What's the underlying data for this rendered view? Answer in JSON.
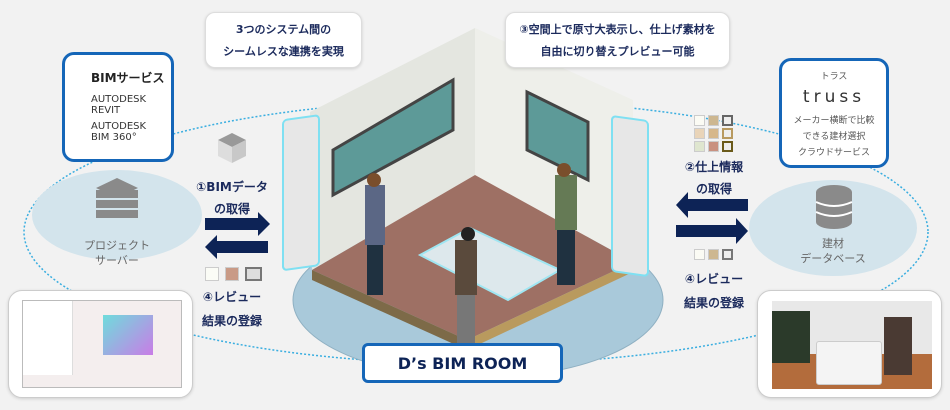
{
  "bubbles": {
    "left": [
      "3つのシステム間の",
      "シームレスな連携を実現"
    ],
    "right": [
      "③空間上で原寸大表示し、仕上げ素材を",
      "自由に切り替えプレビュー可能"
    ]
  },
  "bim_service": {
    "title": "BIMサービス",
    "items": [
      "AUTODESK",
      "REVIT",
      "AUTODESK",
      "BIM 360°"
    ]
  },
  "truss": {
    "kana": "トラス",
    "logo": "truss",
    "desc": [
      "メーカー横断で比較",
      "できる建材選択",
      "クラウドサービス"
    ]
  },
  "project_server": [
    "プロジェクト",
    "サーバー"
  ],
  "material_db": [
    "建材",
    "データベース"
  ],
  "steps": {
    "s1": [
      "①BIMデータ",
      "の取得"
    ],
    "s2": [
      "②仕上情報",
      "の取得"
    ],
    "s4_left": [
      "④レビュー",
      "結果の登録"
    ],
    "s4_right": [
      "④レビュー",
      "結果の登録"
    ]
  },
  "room_label": "D’s BIM ROOM",
  "colors": {
    "accent": "#1566b8",
    "navy": "#0d2356",
    "platform": "#a9c9da",
    "ellipse": "#d3e4ec"
  }
}
